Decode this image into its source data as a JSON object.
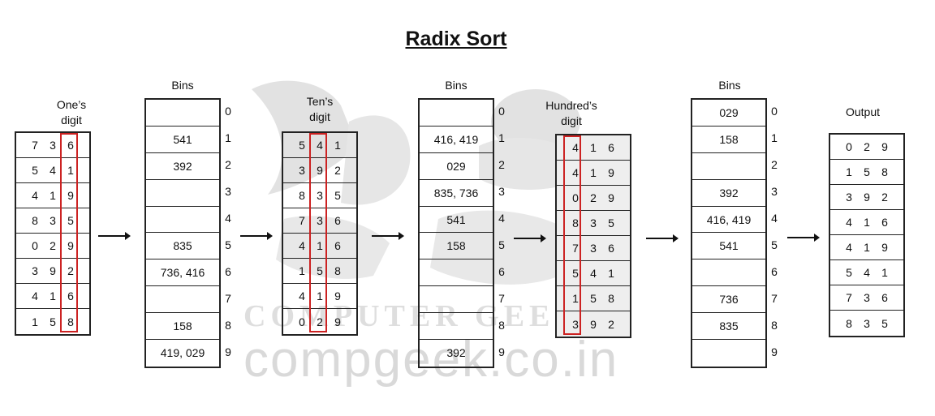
{
  "title": "Radix Sort",
  "watermark": {
    "site": "compgeek.co.in",
    "brand": "COMPUTER GEEK"
  },
  "stage_labels": {
    "ones": [
      "One’s",
      "digit"
    ],
    "tens": [
      "Ten’s",
      "digit"
    ],
    "hundreds": [
      "Hundred’s",
      "digit"
    ],
    "bins": "Bins",
    "output": "Output"
  },
  "bin_index": [
    "0",
    "1",
    "2",
    "3",
    "4",
    "5",
    "6",
    "7",
    "8",
    "9"
  ],
  "ones_input": [
    [
      "7",
      "3",
      "6"
    ],
    [
      "5",
      "4",
      "1"
    ],
    [
      "4",
      "1",
      "9"
    ],
    [
      "8",
      "3",
      "5"
    ],
    [
      "0",
      "2",
      "9"
    ],
    [
      "3",
      "9",
      "2"
    ],
    [
      "4",
      "1",
      "6"
    ],
    [
      "1",
      "5",
      "8"
    ]
  ],
  "bins_ones": [
    "",
    "541",
    "392",
    "",
    "",
    "835",
    "736, 416",
    "",
    "158",
    "419, 029"
  ],
  "tens_input": [
    [
      "5",
      "4",
      "1"
    ],
    [
      "3",
      "9",
      "2"
    ],
    [
      "8",
      "3",
      "5"
    ],
    [
      "7",
      "3",
      "6"
    ],
    [
      "4",
      "1",
      "6"
    ],
    [
      "1",
      "5",
      "8"
    ],
    [
      "4",
      "1",
      "9"
    ],
    [
      "0",
      "2",
      "9"
    ]
  ],
  "bins_tens": [
    "",
    "416, 419",
    "029",
    "835, 736",
    "541",
    "158",
    "",
    "",
    "",
    "392"
  ],
  "hundreds_input": [
    [
      "4",
      "1",
      "6"
    ],
    [
      "4",
      "1",
      "9"
    ],
    [
      "0",
      "2",
      "9"
    ],
    [
      "8",
      "3",
      "5"
    ],
    [
      "7",
      "3",
      "6"
    ],
    [
      "5",
      "4",
      "1"
    ],
    [
      "1",
      "5",
      "8"
    ],
    [
      "3",
      "9",
      "2"
    ]
  ],
  "bins_hundreds": [
    "029",
    "158",
    "",
    "392",
    "416, 419",
    "541",
    "",
    "736",
    "835",
    ""
  ],
  "output": [
    [
      "0",
      "2",
      "9"
    ],
    [
      "1",
      "5",
      "8"
    ],
    [
      "3",
      "9",
      "2"
    ],
    [
      "4",
      "1",
      "6"
    ],
    [
      "4",
      "1",
      "9"
    ],
    [
      "5",
      "4",
      "1"
    ],
    [
      "7",
      "3",
      "6"
    ],
    [
      "8",
      "3",
      "5"
    ]
  ],
  "colors": {
    "highlight": "#cc2222",
    "line": "#222222",
    "shaded": "#eeeeee"
  }
}
